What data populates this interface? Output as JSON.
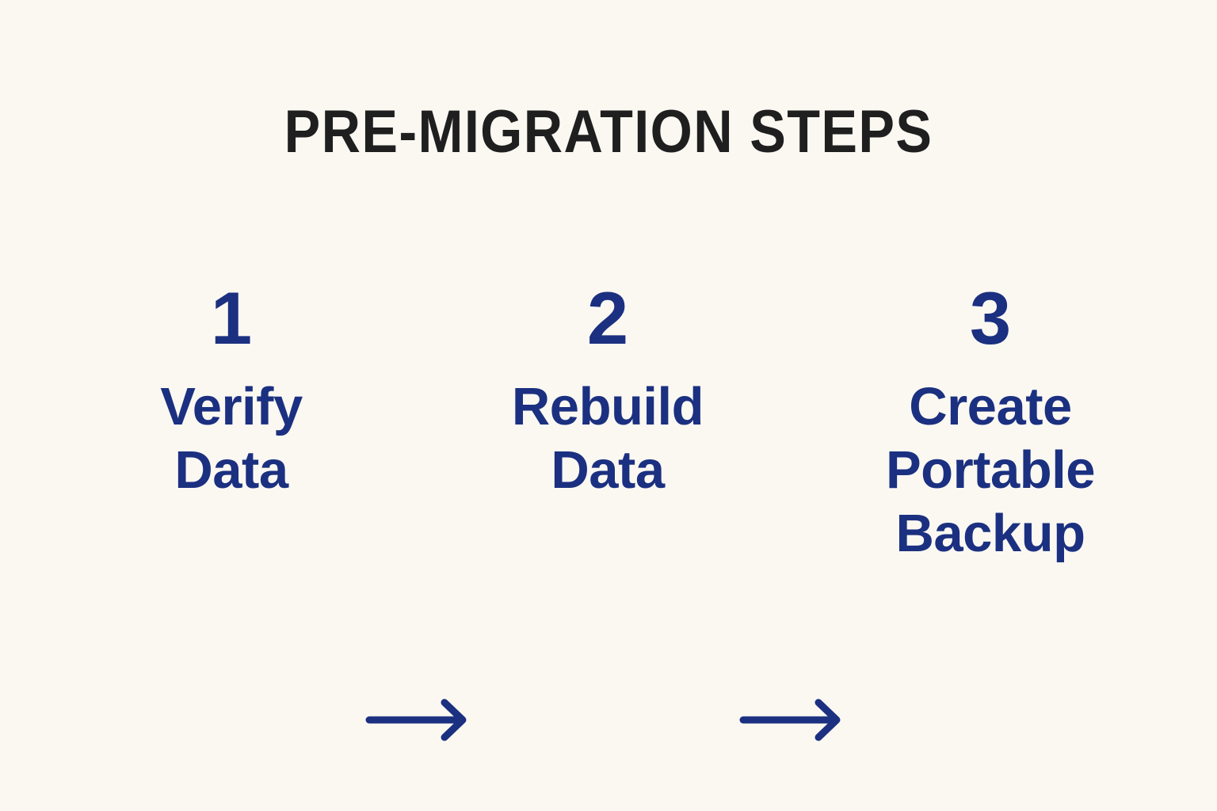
{
  "page": {
    "background_color": "#FBF8F2",
    "title_color": "#1F1F1F",
    "accent_color": "#1B3080"
  },
  "header": {
    "title": "PRE-MIGRATION STEPS"
  },
  "flow": {
    "steps": [
      {
        "number": "1",
        "lines": [
          "Verify",
          "Data"
        ]
      },
      {
        "number": "2",
        "lines": [
          "Rebuild",
          "Data"
        ]
      },
      {
        "number": "3",
        "lines": [
          "Create",
          "Portable",
          "Backup"
        ]
      }
    ],
    "connectors": [
      {
        "name": "arrow-right-icon",
        "from": "1",
        "to": "2"
      },
      {
        "name": "arrow-right-icon",
        "from": "2",
        "to": "3"
      }
    ]
  }
}
